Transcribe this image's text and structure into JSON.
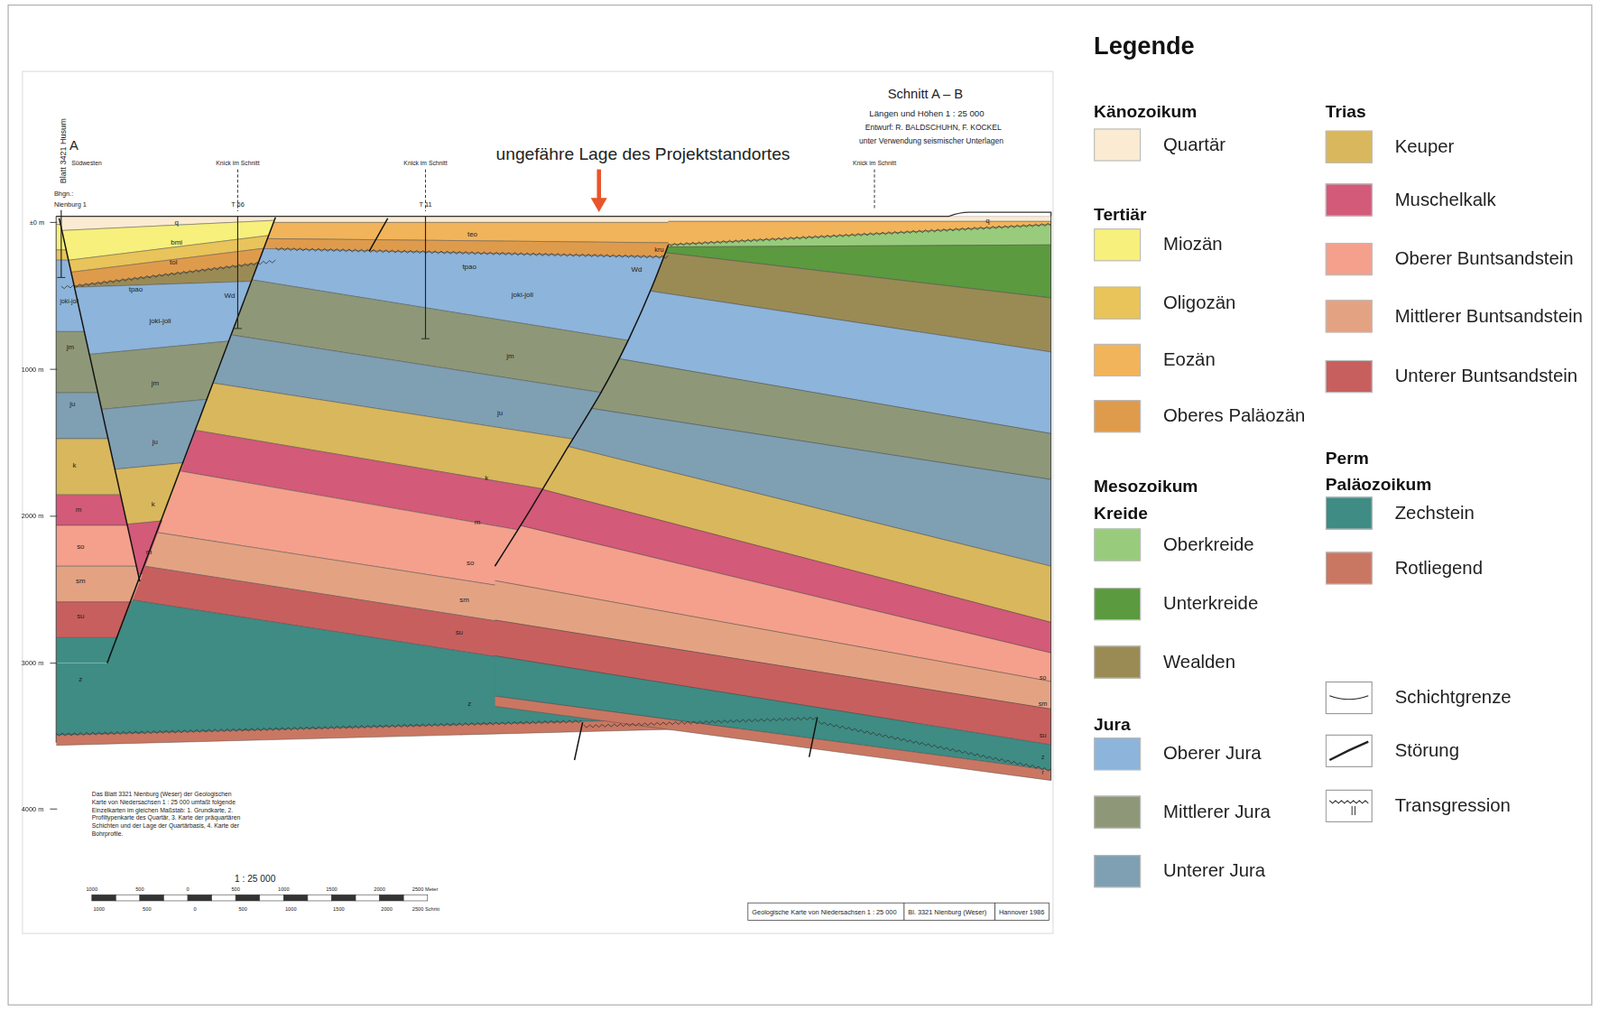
{
  "diagram": {
    "title": "Legende",
    "labels": [
      "Schnitt A – B",
      "Längen und Höhen 1 : 25 000",
      "Entwurf: R. BALDSCHUHN, F. KOCKEL",
      "unter Verwendung seismischer Unterlagen",
      "ungefähre Lage des Projektstandortes",
      "A",
      "Blatt 3421 Husum",
      "Südwesten",
      "Knick im Schnitt",
      "Knick im Schnitt",
      "Knick im Schnitt",
      "Bhgn.:",
      "Nienburg 1",
      "T 66",
      "T 11",
      "±0 m",
      "1000 m",
      "2000 m",
      "3000 m",
      "4000 m",
      "q",
      "q",
      "bmi",
      "tol",
      "tpao",
      "Wd",
      "joki-joli",
      "joki-joli",
      "jm",
      "jm",
      "ju",
      "ju",
      "k",
      "k",
      "m",
      "m",
      "so",
      "sm",
      "su",
      "z",
      "teo",
      "tpao",
      "joki-joli",
      "jm",
      "ju",
      "k",
      "m",
      "so",
      "sm",
      "su",
      "z",
      "kru",
      "Wd",
      "so",
      "sm",
      "su",
      "z",
      "r",
      "Das Blatt 3321 Nienburg (Weser) der Geologischen Karte von Niedersachsen 1 : 25 000 umfaßt folgende Einzelkarten im gleichen Maßstab: 1. Grundkarte, 2. Profiltypenkarte des Quartär, 3. Karte der präquartären Schichten und der Lage der Quartärbasis, 4. Karte der Bohrprofile.",
      "1 : 25 000",
      "1000",
      "500",
      "0",
      "500",
      "1000",
      "1500",
      "2000",
      "2500 Meter",
      "1000",
      "500",
      "0",
      "500",
      "1000",
      "1500",
      "2000",
      "2500 Schritt",
      "Geologische Karte von Niedersachsen 1 : 25 000",
      "Bl. 3321 Nienburg (Weser)",
      "Hannover 1986",
      "Känozoikum",
      "Tertiär",
      "Mesozoikum Kreide",
      "Jura",
      "Trias",
      "Perm Paläozoikum"
    ],
    "legend": [
      {
        "text": "Quartär",
        "color": "#faebd2"
      },
      {
        "text": "Miozän",
        "color": "#f7f07c"
      },
      {
        "text": "Oligozän",
        "color": "#e8c45a"
      },
      {
        "text": "Eozän",
        "color": "#f2b45a"
      },
      {
        "text": "Oberes Paläozän",
        "color": "#df9b4c"
      },
      {
        "text": "Oberkreide",
        "color": "#98cc7c"
      },
      {
        "text": "Unterkreide",
        "color": "#5b9a3f"
      },
      {
        "text": "Wealden",
        "color": "#9a8b55"
      },
      {
        "text": "Oberer Jura",
        "color": "#8db4da"
      },
      {
        "text": "Mittlerer Jura",
        "color": "#8e9878"
      },
      {
        "text": "Unterer Jura",
        "color": "#7f9fb3"
      },
      {
        "text": "Keuper",
        "color": "#d9b75c"
      },
      {
        "text": "Muschelkalk",
        "color": "#d35a78"
      },
      {
        "text": "Oberer Buntsandstein",
        "color": "#f4a08c"
      },
      {
        "text": "Mittlerer Buntsandstein",
        "color": "#e3a383"
      },
      {
        "text": "Unterer Buntsandstein",
        "color": "#c85f5f"
      },
      {
        "text": "Zechstein",
        "color": "#3e8c84"
      },
      {
        "text": "Rotliegend",
        "color": "#c97762"
      },
      {
        "text": "Schichtgrenze"
      },
      {
        "text": "Störung"
      },
      {
        "text": "Transgression"
      }
    ]
  }
}
